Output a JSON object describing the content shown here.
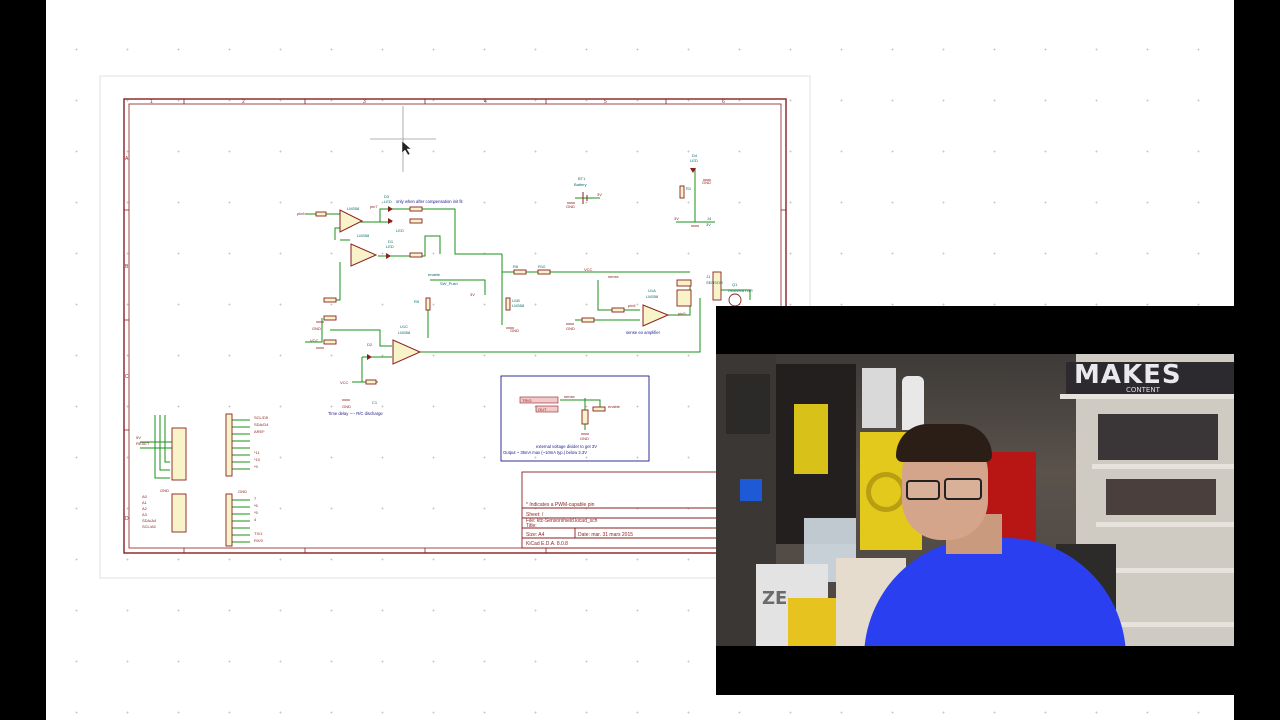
{
  "schematic": {
    "frame_cols": [
      "1",
      "2",
      "3",
      "4",
      "5",
      "6"
    ],
    "frame_rows": [
      "A",
      "B",
      "C",
      "D"
    ],
    "notes": {
      "led_note": "only when after compensation init fit",
      "time_delay": "Time delay ---- R/C discharge",
      "sense_amp": "sense eo amplifier",
      "external_note": "external voltage divider to get 3V",
      "current_note": "Output ~ 35mA max (~10mA typ.) below 3.3V"
    },
    "refs": {
      "battery": "Battery",
      "led": "LED",
      "lm358": "LM358",
      "trigger": "TRIG",
      "out": "OUT"
    },
    "title_block": {
      "note": "* Indicates a PWM-capable pin",
      "sheet": "Sheet: /",
      "file": "File: ktc-Sensorshield.kicad_sch",
      "title": "Title:",
      "size": "Size: A4",
      "date": "Date: mar. 31 mars 2015",
      "kicad": "KiCad E.D.A. 8.0.8"
    }
  },
  "webcam": {
    "banner": "MAKES",
    "banner_sub": "CONTENT",
    "box_text": "ZE",
    "colors": {
      "shirt": "#2a3ff0",
      "yellow_panel": "#e6c91a",
      "red_box": "#c01818"
    }
  }
}
